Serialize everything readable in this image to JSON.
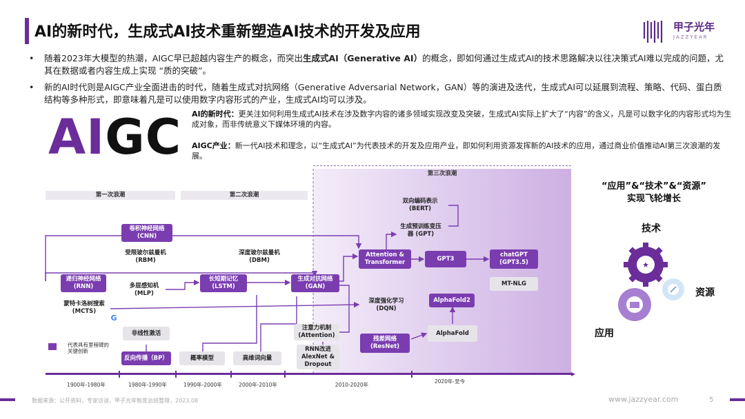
{
  "title": "AI的新时代，生成式AI技术重新塑造AI技术的开发及应用",
  "logo": {
    "name": "甲子光年",
    "sub": "JAZZYEAR"
  },
  "bullets": [
    {
      "pre": "随着2023年大模型的热潮，AIGC早已超越内容生产的概念，而突出",
      "bold": "生成式AI（Generative AI）",
      "post": "的概念，即如何通过生成式AI的技术思路解决以往决策式AI难以完成的问题，尤其在数据或者内容生成上实现 “质的突破”。"
    },
    {
      "pre": "新的AI时代则是AIGC产业全面进击的时代，随着生成式对抗网络（Generative Adversarial Network，GAN）等的演进及迭代，生成式AI可以延展到流程、策略、代码、蛋白质结构等多种形式，即意味着凡是可以使用数字内容形式的产业，生成式AI均可以涉及。",
      "bold": "",
      "post": ""
    }
  ],
  "aigc": {
    "ai": "AI",
    "gc": "GC"
  },
  "definitions": [
    {
      "term": "AI的新时代：",
      "text": "更关注如何利用生成式AI技术在涉及数字内容的诸多领域实现改变及突破，生成式AI实际上扩大了“内容”的含义，凡是可以数字化的内容形式均为生成对象，而非传统意义下媒体环境的内容。"
    },
    {
      "term": "AIGC产业：",
      "text": "新一代AI技术和理念，以“生成式AI”为代表技术的开发及应用产业，即如何利用资源发挥新的AI技术的应用，通过商业价值推动AI第三次浪潮的发展。"
    }
  ],
  "waves": {
    "first": "第一次浪潮",
    "second": "第二次浪潮",
    "third": "第三次浪潮"
  },
  "nodes": {
    "cnn": "卷积神经网络\n(CNN)",
    "rbm": "受限玻尔兹曼机\n(RBM)",
    "dbm": "深度玻尔兹曼机\n(DBM)",
    "rnn": "递归神经网络\n(RNN)",
    "mlp": "多层感知机\n(MLP)",
    "lstm": "长短期记忆\n(LSTM)",
    "gan": "生成对抗网络\n(GAN)",
    "mcts": "蒙特卡洛树搜索\n(MCTS)",
    "nonlinear": "非线性激活",
    "bp": "反向传播（BP）",
    "prob": "概率模型",
    "hdv": "高维词向量",
    "bert": "双向编码表示\n(BERT)",
    "gpt": "生成预训练变压\n器 (GPT)",
    "attn_tf": "Attention &\nTransformer",
    "gpt3": "GPT3",
    "chatgpt": "chatGPT\n(GPT3.5)",
    "mtnlg": "MT-NLG",
    "dqn": "深度强化学习\n(DQN)",
    "alphafold2": "AlphaFold2",
    "attention": "注意力机制\n(Attention)",
    "alphafold": "AlphaFold",
    "resnet": "残差网络\n(ResNet)",
    "rnn_improve": "RNN改进\nAlexNet &\nDropout"
  },
  "legend": "代表具有里程碑的关键创新",
  "timeline": [
    "1900年-1980年",
    "1980年-1990年",
    "1990年-2000年",
    "2000年-2010年",
    "2010-2020年",
    "2020年-至今"
  ],
  "flywheel": {
    "title": "“应用”&“技术”&“资源”\n实现飞轮增长",
    "tech": "技术",
    "resource": "资源",
    "app": "应用"
  },
  "footer": "数据来源：公开资料，专家访谈，甲子光年智库总结整理，2023.08",
  "url": "www.jazzyear.com",
  "page": "5",
  "colors": {
    "accent": "#6a2d9a",
    "node_purple": "#7a3db0",
    "node_gray": "#e6e4e8"
  }
}
